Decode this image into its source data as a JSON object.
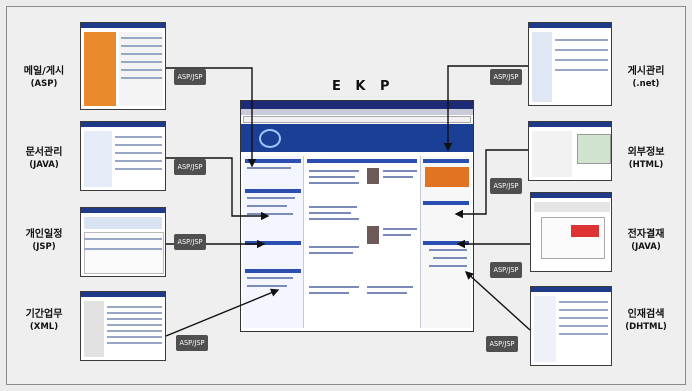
{
  "diagram": {
    "center_title": "E K P",
    "badge_text": "ASP/JSP",
    "left_items": [
      {
        "title": "메일/게시",
        "sub": "(ASP)",
        "icon": "email-board-screen-icon"
      },
      {
        "title": "문서관리",
        "sub": "(JAVA)",
        "icon": "document-management-screen-icon"
      },
      {
        "title": "개인일정",
        "sub": "(JSP)",
        "icon": "personal-schedule-screen-icon"
      },
      {
        "title": "기간업무",
        "sub": "(XML)",
        "icon": "core-business-screen-icon"
      }
    ],
    "right_items": [
      {
        "title": "게시관리",
        "sub": "(.net)",
        "icon": "board-management-screen-icon"
      },
      {
        "title": "외부정보",
        "sub": "(HTML)",
        "icon": "external-info-screen-icon"
      },
      {
        "title": "전자결재",
        "sub": "(JAVA)",
        "icon": "e-approval-screen-icon"
      },
      {
        "title": "인재검색",
        "sub": "(DHTML)",
        "icon": "talent-search-screen-icon"
      }
    ],
    "colors": {
      "accent_blue": "#1a3f94",
      "orange": "#e07422",
      "badge": "#4f4f4f"
    }
  }
}
